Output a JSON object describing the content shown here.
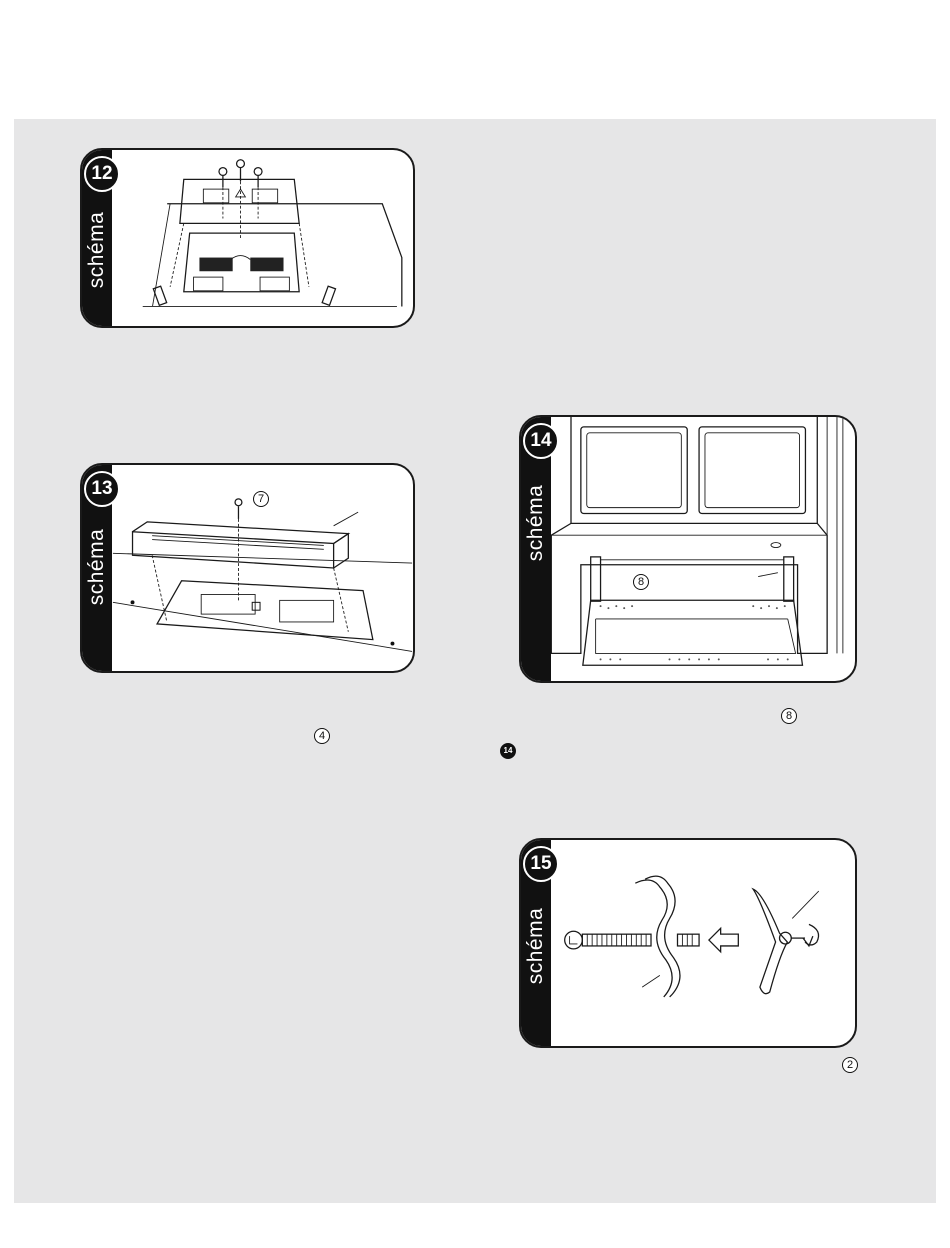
{
  "figures": [
    {
      "number": "12",
      "label": "schéma"
    },
    {
      "number": "13",
      "label": "schéma"
    },
    {
      "number": "14",
      "label": "schéma"
    },
    {
      "number": "15",
      "label": "schéma"
    }
  ],
  "callouts": {
    "fig13_part": "7",
    "fig14_part": "8",
    "text_ref_4": "4",
    "text_ref_8": "8",
    "text_ref_14": "14",
    "text_ref_2": "2"
  }
}
